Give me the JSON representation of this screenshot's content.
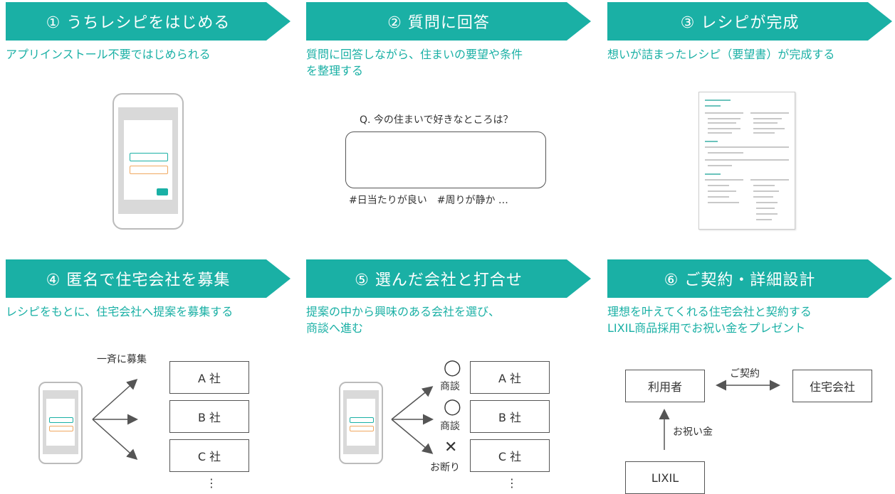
{
  "steps": [
    {
      "title": "① うちレシピをはじめる",
      "sub": "アプリインストール不要ではじめられる"
    },
    {
      "title": "② 質問に回答",
      "sub": "質問に回答しながら、住まいの要望や条件\nを整理する"
    },
    {
      "title": "③ レシピが完成",
      "sub": "想いが詰まったレシピ（要望書）が完成する"
    },
    {
      "title": "④ 匿名で住宅会社を募集",
      "sub": "レシピをもとに、住宅会社へ提案を募集する"
    },
    {
      "title": "⑤ 選んだ会社と打合せ",
      "sub": "提案の中から興味のある会社を選び、\n商談へ進む"
    },
    {
      "title": "⑥ ご契約・詳細設計",
      "sub": "理想を叶えてくれる住宅会社と契約する\nLIXIL商品採用でお祝い金をプレゼント"
    }
  ],
  "question": {
    "text": "Q. 今の住まいで好きなところは？",
    "tags": "#日当たりが良い　#周りが静か …"
  },
  "step4": {
    "label": "一斉に募集",
    "companies": [
      "A 社",
      "B 社",
      "C 社"
    ],
    "more": "⋮"
  },
  "step5": {
    "companies": [
      "A 社",
      "B 社",
      "C 社"
    ],
    "marks": [
      "◯",
      "◯",
      "✕"
    ],
    "labels": [
      "商談",
      "商談",
      "お断り"
    ],
    "more": "⋮"
  },
  "step6": {
    "user": "利用者",
    "company": "住宅会社",
    "contract": "ご契約",
    "lixil": "LIXIL",
    "gift": "お祝い金"
  },
  "colors": {
    "accent": "#1ab0a5"
  }
}
